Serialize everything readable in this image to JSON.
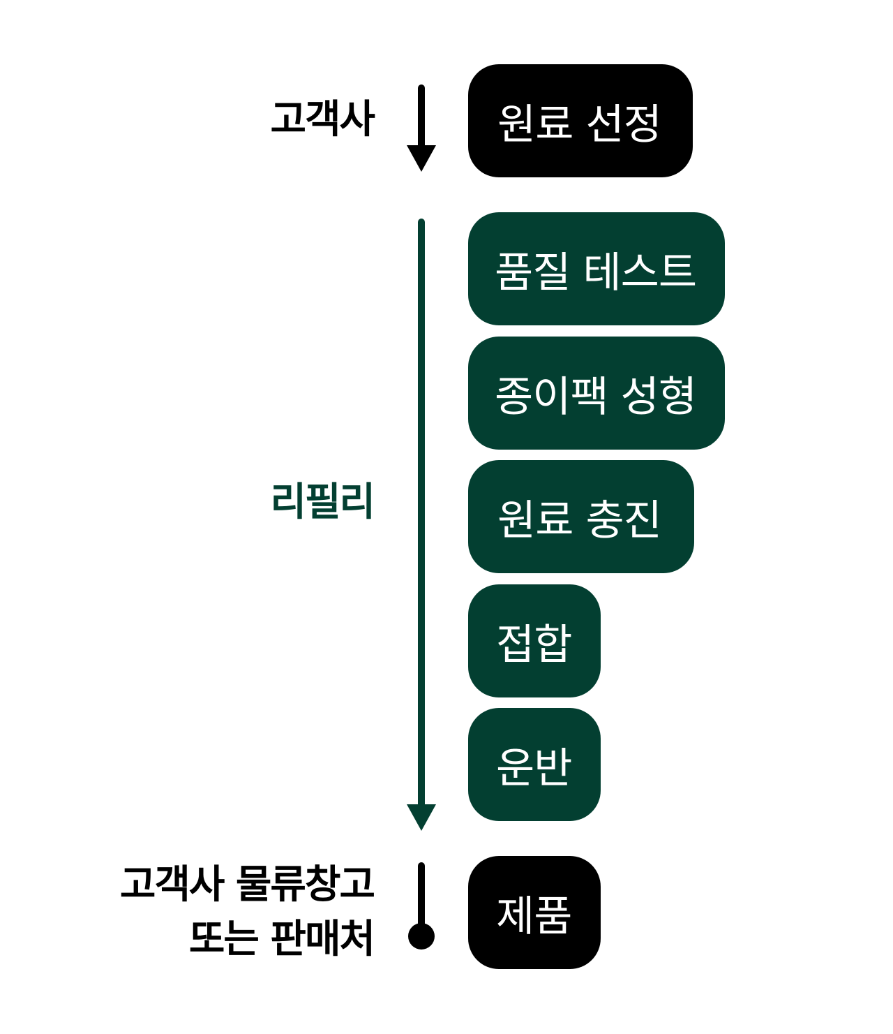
{
  "colors": {
    "customer": "#000000",
    "company": "#033f31",
    "box_text": "#ffffff"
  },
  "labels": {
    "customer": "고객사",
    "company": "리필리",
    "destination_line1": "고객사 물류창고",
    "destination_line2": "또는 판매처"
  },
  "steps": {
    "material_selection": "원료 선정",
    "quality_test": "품질 테스트",
    "paper_pack_forming": "종이팩 성형",
    "material_filling": "원료 충진",
    "sealing": "접합",
    "transport": "운반",
    "product": "제품"
  }
}
